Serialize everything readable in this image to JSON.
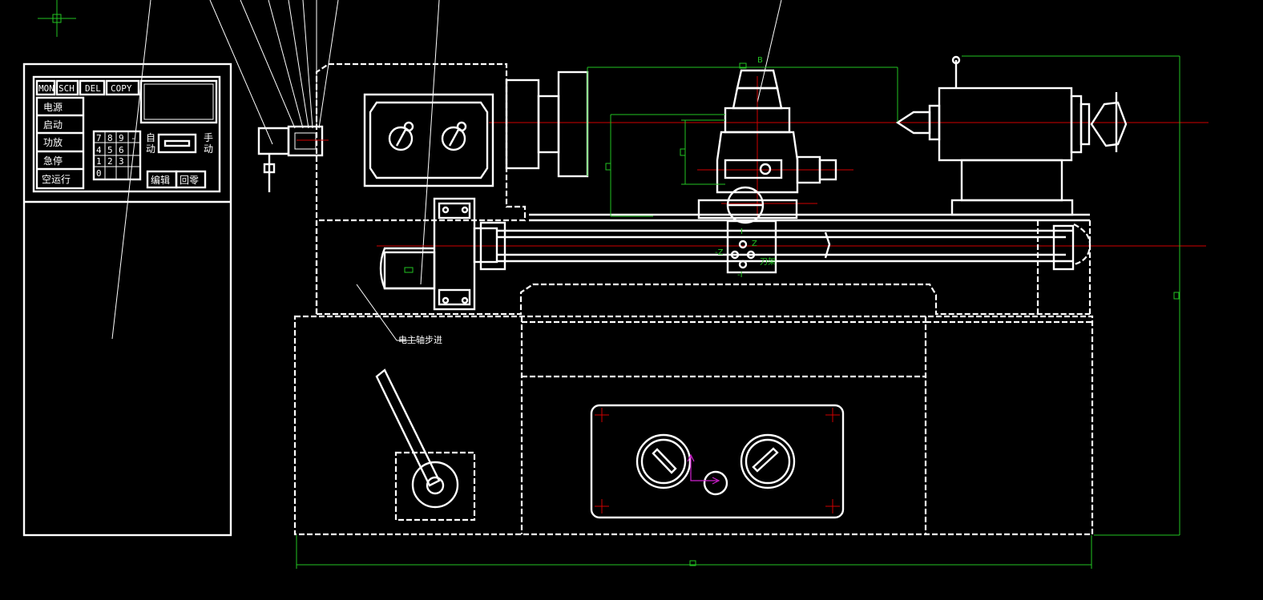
{
  "panel": {
    "top_buttons": [
      "MON",
      "SCH",
      "DEL",
      "COPY"
    ],
    "left_buttons": [
      "电源",
      "启动",
      "功放",
      "急停",
      "空运行"
    ],
    "keypad": [
      "7",
      "8",
      "9",
      "-",
      "4",
      "5",
      "6",
      "1",
      "2",
      "3",
      "0"
    ],
    "mode_auto": "自动",
    "mode_manual": "手动",
    "bottom_buttons": [
      "编辑",
      "回零"
    ]
  },
  "labels": {
    "top_mark": "B",
    "tool_turret_axis_i": "I",
    "tool_turret_axis_neg_i": "-I",
    "tool_turret_axis_z": "Z",
    "tool_turret_axis_neg_z": "-Z",
    "tool_turret_name": "刀架",
    "leader_note": "电主轴步进"
  },
  "colors": {
    "lines": "#ffffff",
    "dimensions": "#22c322",
    "centerlines": "#d00000",
    "ucs": "#d020d0",
    "background": "#000000"
  }
}
